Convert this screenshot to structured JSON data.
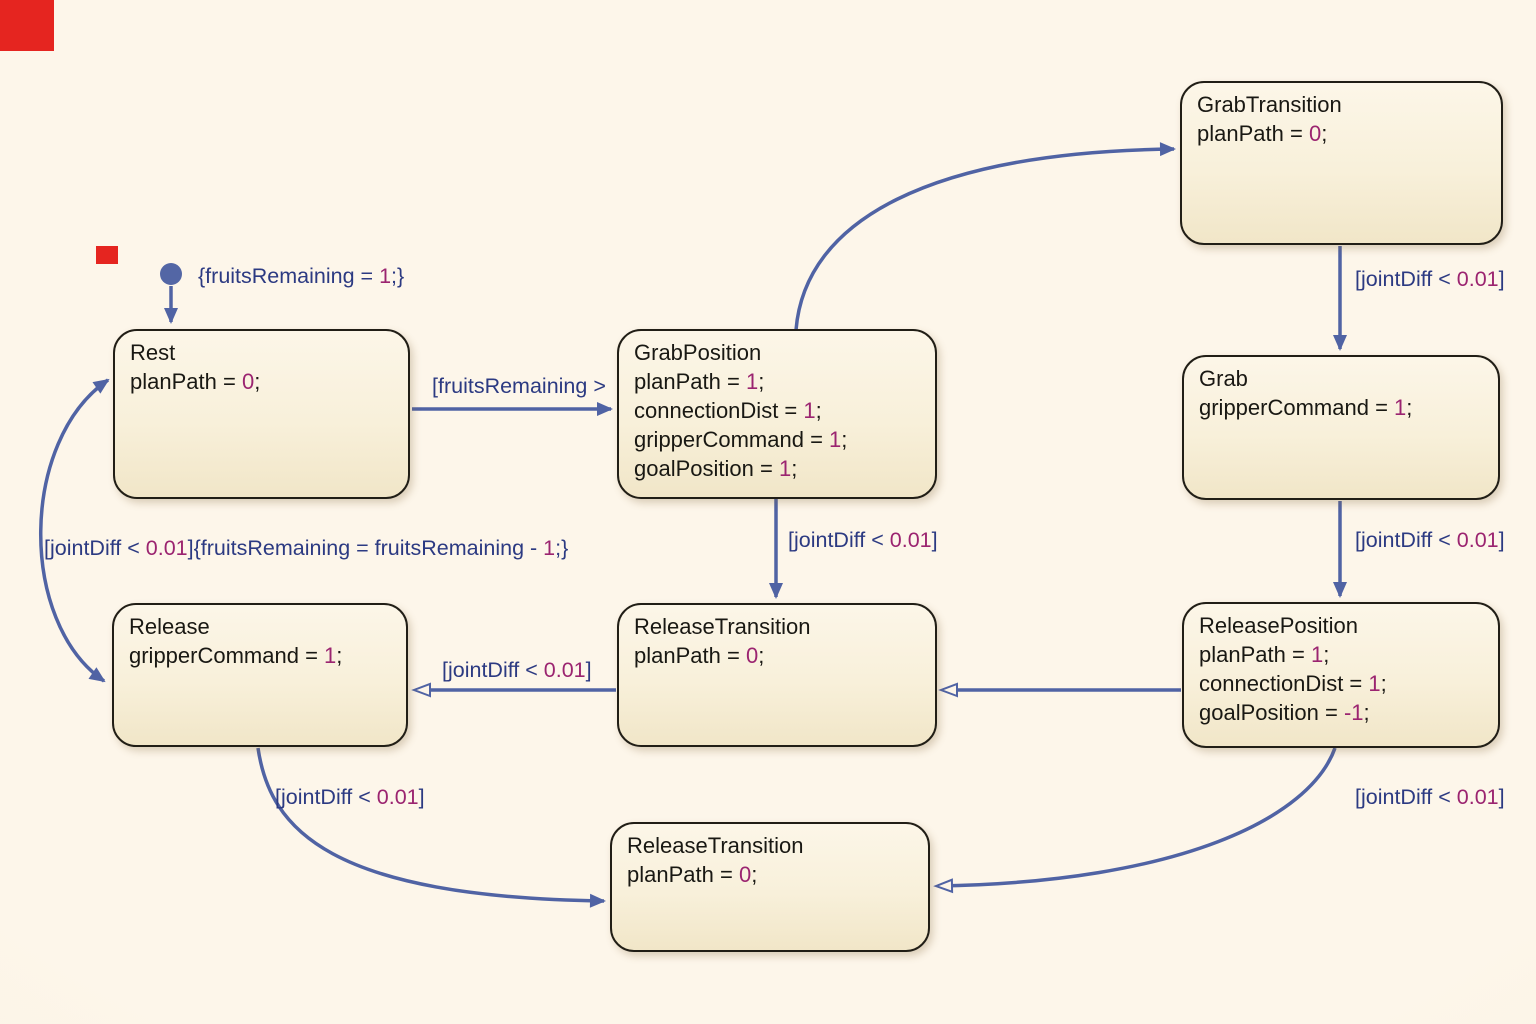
{
  "palette": {
    "background": "#fdf6ea",
    "state_fill_top": "#fcf6e8",
    "state_fill_bottom": "#f1e6c8",
    "state_border": "#211e16",
    "state_text": "#191813",
    "number_color": "#9b2470",
    "label_color": "#2c3a82",
    "arrow_color": "#5063a4",
    "red_artifact": "#e52520"
  },
  "states": {
    "rest": {
      "title": "Rest",
      "lines": [
        {
          "code": "planPath = ",
          "value": "0",
          "end": ";"
        }
      ]
    },
    "grab_position": {
      "title": "GrabPosition",
      "lines": [
        {
          "code": "planPath = ",
          "value": "1",
          "end": ";"
        },
        {
          "code": "connectionDist = ",
          "value": "1",
          "end": ";"
        },
        {
          "code": "gripperCommand = ",
          "value": "1",
          "end": ";"
        },
        {
          "code": "goalPosition = ",
          "value": "1",
          "end": ";"
        }
      ]
    },
    "grab_transition": {
      "title": "GrabTransition",
      "lines": [
        {
          "code": "planPath = ",
          "value": "0",
          "end": ";"
        }
      ]
    },
    "grab": {
      "title": "Grab",
      "lines": [
        {
          "code": "gripperCommand = ",
          "value": "1",
          "end": ";"
        }
      ]
    },
    "release_position": {
      "title": "ReleasePosition",
      "lines": [
        {
          "code": "planPath = ",
          "value": "1",
          "end": ";"
        },
        {
          "code": "connectionDist = ",
          "value": "1",
          "end": ";"
        },
        {
          "code": "goalPosition = ",
          "value": "-1",
          "end": ";"
        }
      ]
    },
    "release_transition_mid": {
      "title": "ReleaseTransition",
      "lines": [
        {
          "code": "planPath = ",
          "value": "0",
          "end": ";"
        }
      ]
    },
    "release": {
      "title": "Release",
      "lines": [
        {
          "code": "gripperCommand = ",
          "value": "1",
          "end": ";"
        }
      ]
    },
    "release_transition_bottom": {
      "title": "ReleaseTransition",
      "lines": [
        {
          "code": "planPath = ",
          "value": "0",
          "end": ";"
        }
      ]
    }
  },
  "labels": {
    "init": {
      "pre": "{fruitsRemaining = ",
      "num": "1",
      "post": ";}"
    },
    "rest_to_grabposition": {
      "pre": "[fruitsRemaining >",
      "num": "",
      "post": ""
    },
    "grabtransition_to_grab": {
      "pre": "[jointDiff < ",
      "num": "0.01",
      "post": "]"
    },
    "grab_to_releaseposition": {
      "pre": "[jointDiff < ",
      "num": "0.01",
      "post": "]"
    },
    "grabposition_to_releasetransition": {
      "pre": "[jointDiff < ",
      "num": "0.01",
      "post": "]"
    },
    "releasetransition_to_release": {
      "pre": "[jointDiff < ",
      "num": "0.01",
      "post": "]"
    },
    "release_to_releasetransition_bottom": {
      "pre": "[jointDiff < ",
      "num": "0.01",
      "post": "]"
    },
    "releaseposition_to_releasetransition_bottom": {
      "pre": "[jointDiff < ",
      "num": "0.01",
      "post": "]"
    },
    "release_to_rest": {
      "pre": "[jointDiff < ",
      "num": "0.01",
      "mid": "]{fruitsRemaining = fruitsRemaining - ",
      "num2": "1",
      "post": ";}"
    }
  }
}
